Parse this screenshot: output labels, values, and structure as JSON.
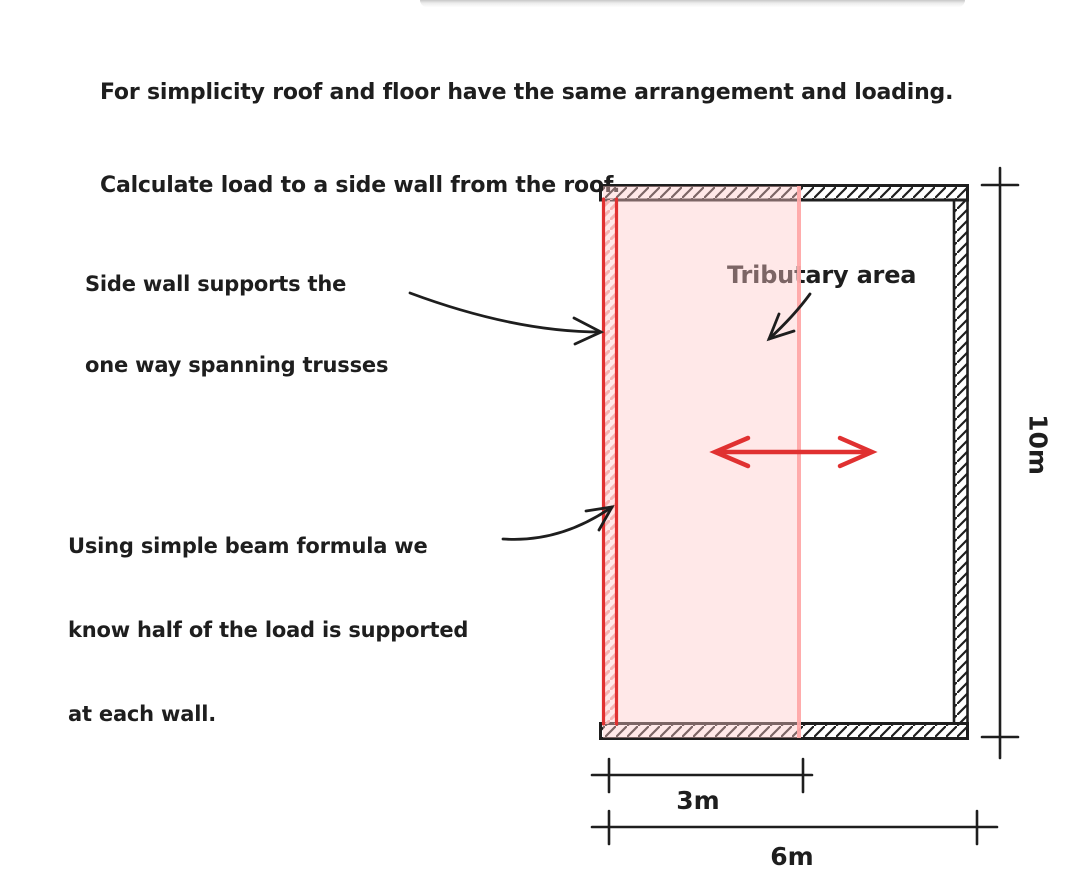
{
  "title": {
    "line1": "For simplicity roof and floor have the same arrangement and loading.",
    "line2": "Calculate load to a side wall from the roof."
  },
  "annotations": {
    "side_wall": {
      "line1": "Side wall supports the",
      "line2": "one way spanning trusses"
    },
    "beam_formula": {
      "line1": "Using simple beam formula we",
      "line2": "know half of the load is supported",
      "line3": "at each wall."
    },
    "tributary": {
      "label": "Tributary area"
    }
  },
  "dimensions": {
    "half_span": "3m",
    "full_span": "6m",
    "length": "10m"
  },
  "colors": {
    "ink": "#1e1e1e",
    "accent_red": "#e03131",
    "tributary_fill": "#ffc9c9",
    "tributary_fill_rgba": "rgba(255,201,201,0.42)",
    "tributary_edge_rgba": "rgba(255,168,168,0.95)",
    "red_hatch": "#f6b3b3"
  }
}
